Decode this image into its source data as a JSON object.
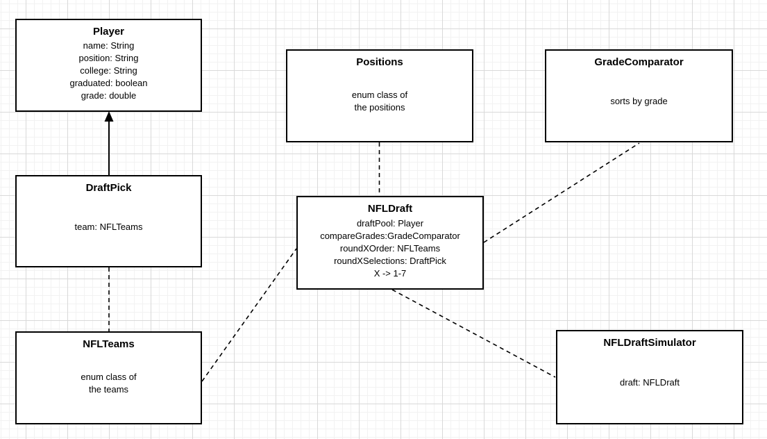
{
  "canvas": {
    "background": "#ffffff",
    "grid_minor_color": "#f2f2f2",
    "grid_major_color": "#d9d9d9",
    "node_fill": "#ffffff",
    "node_border": "#000000",
    "edge_color": "#000000"
  },
  "diagram": {
    "nodes": [
      {
        "id": "player",
        "title": "Player",
        "lines": [
          "name: String",
          "position: String",
          "college: String",
          "graduated: boolean",
          "grade: double"
        ]
      },
      {
        "id": "positions",
        "title": "Positions",
        "lines": [
          "enum class of",
          "the positions"
        ]
      },
      {
        "id": "grade-comparator",
        "title": "GradeComparator",
        "lines": [
          "sorts by grade"
        ]
      },
      {
        "id": "draft-pick",
        "title": "DraftPick",
        "lines": [
          "team: NFLTeams"
        ]
      },
      {
        "id": "nfl-draft",
        "title": "NFLDraft",
        "lines": [
          "draftPool: Player",
          "compareGrades:GradeComparator",
          "roundXOrder: NFLTeams",
          "roundXSelections: DraftPick",
          "X -> 1-7"
        ]
      },
      {
        "id": "nfl-teams",
        "title": "NFLTeams",
        "lines": [
          "enum class of",
          "the teams"
        ]
      },
      {
        "id": "nfl-draft-simulator",
        "title": "NFLDraftSimulator",
        "lines": [
          "draft: NFLDraft"
        ]
      }
    ],
    "edges": [
      {
        "from": "DraftPick",
        "to": "Player",
        "style": "solid",
        "arrow": "filled-triangle"
      },
      {
        "from": "Positions",
        "to": "NFLDraft",
        "style": "dashed",
        "arrow": "none"
      },
      {
        "from": "DraftPick",
        "to": "NFLTeams",
        "style": "dashed",
        "arrow": "none"
      },
      {
        "from": "NFLDraft",
        "to": "GradeComparator",
        "style": "dashed",
        "arrow": "none"
      },
      {
        "from": "NFLTeams",
        "to": "NFLDraft",
        "style": "dashed",
        "arrow": "none"
      },
      {
        "from": "NFLDraft",
        "to": "NFLDraftSimulator",
        "style": "dashed",
        "arrow": "none"
      }
    ]
  }
}
